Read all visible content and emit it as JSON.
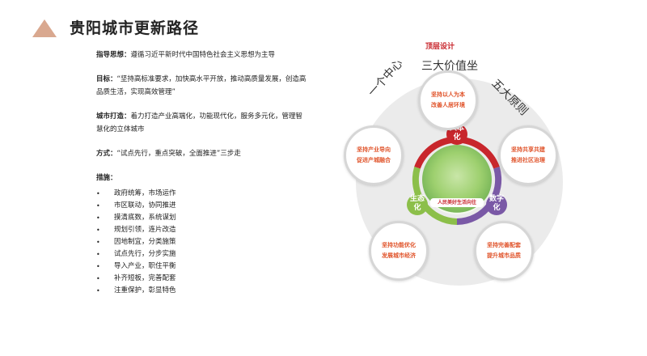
{
  "page": {
    "title": "贵阳城市更新路径"
  },
  "left": {
    "guide": {
      "label": "指导思想：",
      "text": "遵循习近平新时代中国特色社会主义思想为主导"
    },
    "goal": {
      "label": "目标：",
      "text": "“坚持高标准要求，加快高水平开放，推动高质量发展，创造高品质生活，实现高效管理”"
    },
    "build": {
      "label": "城市打造：",
      "text": "着力打造产业高端化，功能现代化，服务多元化，管理智慧化的立体城市"
    },
    "method": {
      "label": "方式：",
      "text": "“试点先行，重点突破，全面推进”三步走"
    },
    "measures_title": "措施：",
    "measures": [
      "政府统筹，市场运作",
      "市区联动，协同推进",
      "摸清底数，系统谋划",
      "规划引领，连片改造",
      "因地制宜，分类施策",
      "试点先行，分步实施",
      "导入产业，职住平衡",
      "补齐短板，完善配套",
      "注重保护，彰显特色"
    ]
  },
  "diagram": {
    "top_label": "顶层设计",
    "value_label": "三大价值坐标",
    "left_label": "一个中心",
    "right_label": "五大原则",
    "ring": {
      "people": "人本化",
      "eco": "生态化",
      "digital": "数字化",
      "center_text": "人民美好生活向往"
    },
    "satellites": {
      "top": [
        "坚持以人为本",
        "改善人居环境"
      ],
      "left": [
        "坚持产业导向",
        "促进产城融合"
      ],
      "right": [
        "坚持共享共建",
        "推进社区治理"
      ],
      "bottom_left": [
        "坚持功能优化",
        "发展城市经济"
      ],
      "bottom_right": [
        "坚持完善配套",
        "提升城市品质"
      ]
    },
    "colors": {
      "people": "#c8262c",
      "eco": "#8cbf4a",
      "digital": "#7a59a6",
      "sat_text": "#e0542b",
      "top_label": "#c8262c"
    }
  }
}
